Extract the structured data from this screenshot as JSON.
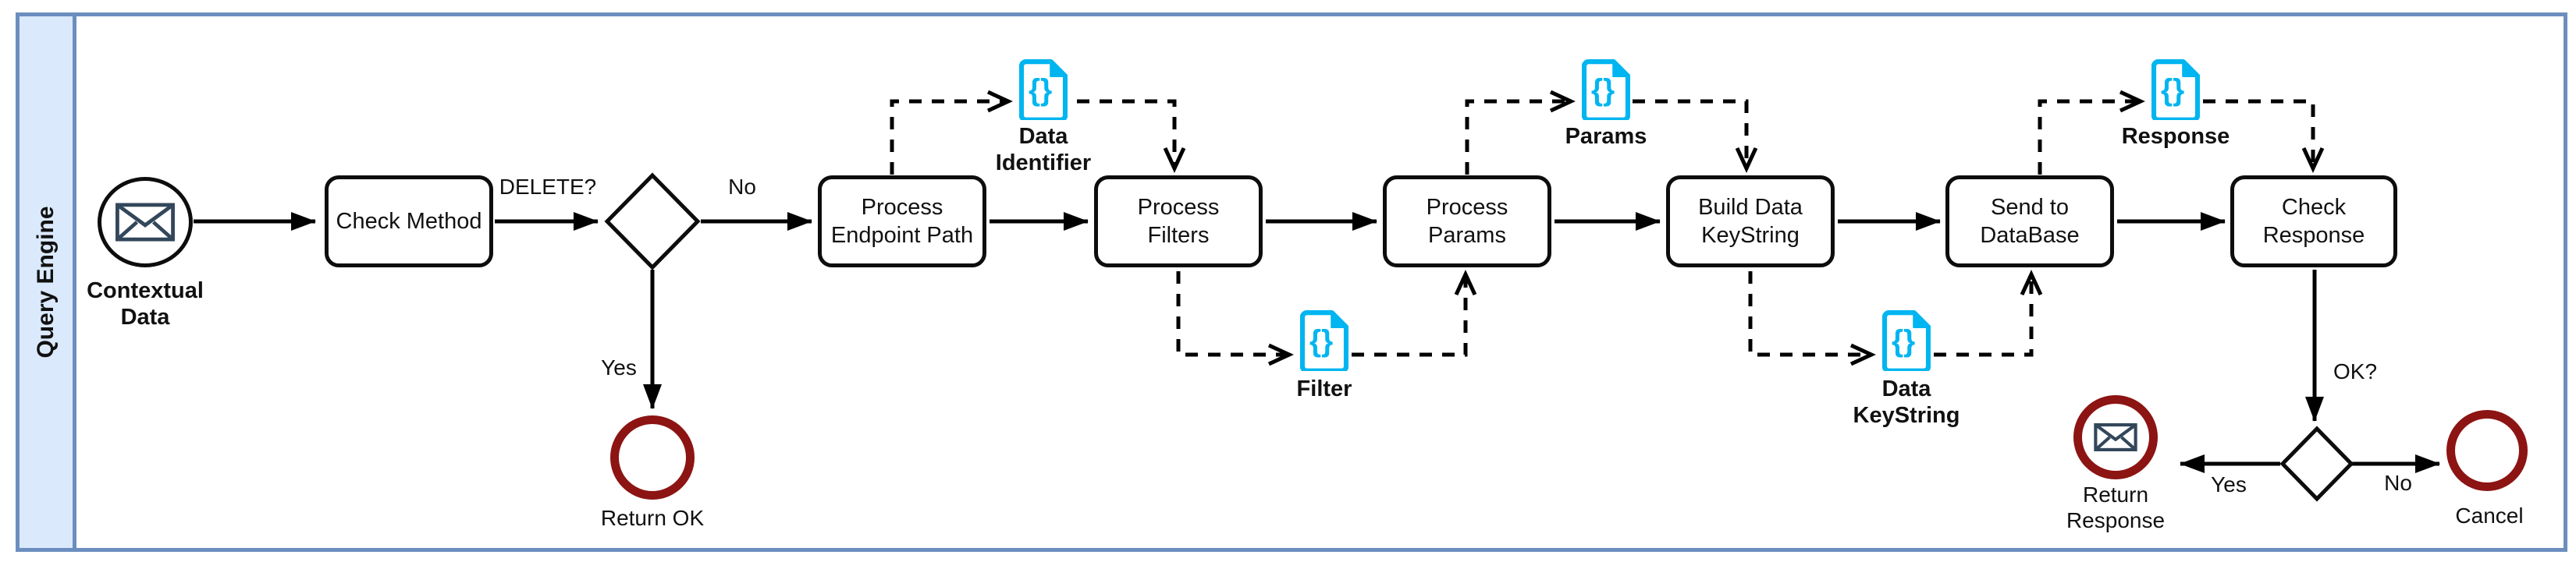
{
  "lane": {
    "title": "Query Engine"
  },
  "events": {
    "start_contextual_data": "Contextual\nData",
    "end_return_ok": "Return OK",
    "end_return_response": "Return\nResponse",
    "end_cancel": "Cancel"
  },
  "tasks": {
    "check_method": "Check Method",
    "process_endpoint_path": "Process\nEndpoint Path",
    "process_filters": "Process\nFilters",
    "process_params": "Process\nParams",
    "build_data_keystring": "Build Data\nKeyString",
    "send_to_database": "Send to\nDataBase",
    "check_response": "Check\nResponse"
  },
  "data_objects": {
    "data_identifier": "Data\nIdentifier",
    "filter": "Filter",
    "params": "Params",
    "data_keystring": "Data\nKeyString",
    "response": "Response"
  },
  "edge_labels": {
    "delete_q": "DELETE?",
    "gateway1_no": "No",
    "gateway1_yes": "Yes",
    "ok_q": "OK?",
    "gateway2_yes": "Yes",
    "gateway2_no": "No"
  },
  "icons": {
    "doc_glyph": "{}"
  },
  "colors": {
    "pool_border": "#6b8ebf",
    "lane_fill": "#dbe9fc",
    "flow_stroke": "#000000",
    "task_stroke": "#0d0d0d",
    "end_event_stroke": "#8c1413",
    "data_object_accent": "#00b5f0",
    "message_icon_stroke": "#33475b"
  }
}
